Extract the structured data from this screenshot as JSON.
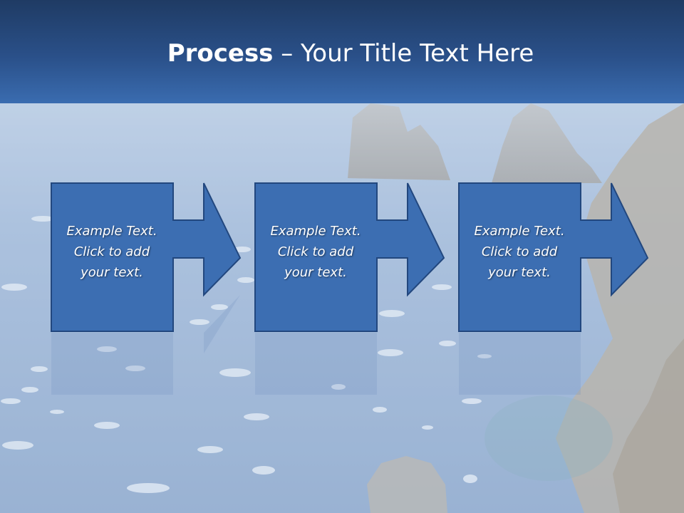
{
  "title": {
    "bold": "Process",
    "rest": " – Your Title Text Here"
  },
  "steps": [
    {
      "text": "Example Text.\nClick  to add\nyour text."
    },
    {
      "text": "Example Text.\nClick  to add\nyour text."
    },
    {
      "text": "Example Text.\nClick  to add\nyour text."
    }
  ],
  "colors": {
    "header": "#2a5089",
    "box_fill": "#3c6eb2",
    "box_border": "#22477e"
  }
}
